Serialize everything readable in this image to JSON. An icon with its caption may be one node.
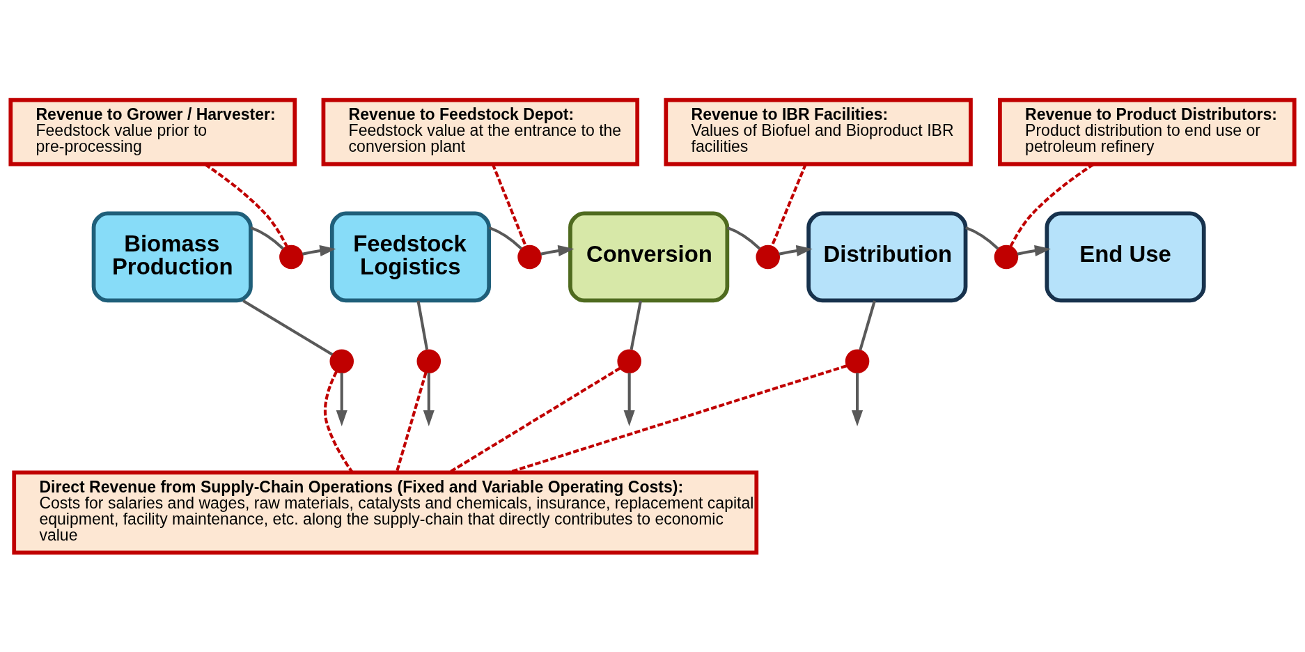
{
  "diagram": {
    "nodes": [
      {
        "text": [
          "Revenue to Feedstock Depot:",
          "Feedstock value at the entrance to the conversion plant"
        ]
      },
      {
        "text": [
          "Revenue to Product Distributors:",
          "Product distribution to end use or petroleum refinery"
        ]
      },
      {
        "text": [
          "Revenue to Grower / Harvester:",
          "Feedstock value prior to pre-processing"
        ]
      },
      {
        "text": [
          "Revenue to IBR Facilities:",
          "Values of Biofuel and Bioproduct IBR facilities"
        ]
      },
      {
        "text": [
          "Biomass Production"
        ]
      },
      {
        "text": [],
        "shape": "circle"
      },
      {
        "text": [
          "Feedstock Logistics"
        ]
      },
      {
        "text": [],
        "shape": "circle"
      },
      {
        "text": [
          "Conversion"
        ]
      },
      {
        "text": [],
        "shape": "circle"
      },
      {
        "text": [
          "Distribution"
        ]
      },
      {
        "text": [],
        "shape": "circle"
      },
      {
        "text": [
          "End Use"
        ]
      },
      {
        "text": [],
        "shape": "circle"
      },
      {
        "text": [],
        "shape": "circle"
      },
      {
        "text": [],
        "shape": "circle"
      },
      {
        "text": [],
        "shape": "circle"
      },
      {
        "text": [
          "Direct Revenue from Supply-Chain Operations (Fixed and Variable Operating Costs):",
          "Costs for salaries and wages, raw materials, catalysts and chemicals, insurance, replacement capital equipment, facility maintenance, etc. along the supply-chain that directly contributes to economic value"
        ]
      }
    ],
    "edges": [
      {
        "from": 4,
        "to": 5,
        "arrow": "none"
      },
      {
        "from": 5,
        "to": 6,
        "arrow": "to"
      },
      {
        "from": 6,
        "to": 7,
        "arrow": "none"
      },
      {
        "from": 7,
        "to": 8,
        "arrow": "to"
      },
      {
        "from": 8,
        "to": 9,
        "arrow": "none"
      },
      {
        "from": 9,
        "to": 10,
        "arrow": "to"
      },
      {
        "from": 10,
        "to": 11,
        "arrow": "none"
      },
      {
        "from": 11,
        "to": 12,
        "arrow": "to"
      },
      {
        "from": 2,
        "to": 5,
        "arrow": "none",
        "style": "dashed",
        "color": "#c00000"
      },
      {
        "from": 0,
        "to": 7,
        "arrow": "none",
        "style": "dashed",
        "color": "#c00000"
      },
      {
        "from": 3,
        "to": 9,
        "arrow": "none",
        "style": "dashed",
        "color": "#c00000"
      },
      {
        "from": 1,
        "to": 11,
        "arrow": "none",
        "style": "dashed",
        "color": "#c00000"
      },
      {
        "from": 4,
        "to": 13,
        "arrow": "none"
      },
      {
        "from": 13,
        "to": null,
        "arrow": "to"
      },
      {
        "from": 6,
        "to": 14,
        "arrow": "none"
      },
      {
        "from": 14,
        "to": null,
        "arrow": "to"
      },
      {
        "from": 8,
        "to": 15,
        "arrow": "none"
      },
      {
        "from": 15,
        "to": null,
        "arrow": "to"
      },
      {
        "from": 10,
        "to": 16,
        "arrow": "none"
      },
      {
        "from": 16,
        "to": null,
        "arrow": "to"
      },
      {
        "from": 13,
        "to": 17,
        "arrow": "none",
        "style": "dashed",
        "color": "#c00000"
      },
      {
        "from": 14,
        "to": 17,
        "arrow": "none",
        "style": "dashed",
        "color": "#c00000"
      },
      {
        "from": 15,
        "to": 17,
        "arrow": "none",
        "style": "dashed",
        "color": "#c00000"
      },
      {
        "from": 16,
        "to": 17,
        "arrow": "none",
        "style": "dashed",
        "color": "#c00000"
      }
    ]
  }
}
